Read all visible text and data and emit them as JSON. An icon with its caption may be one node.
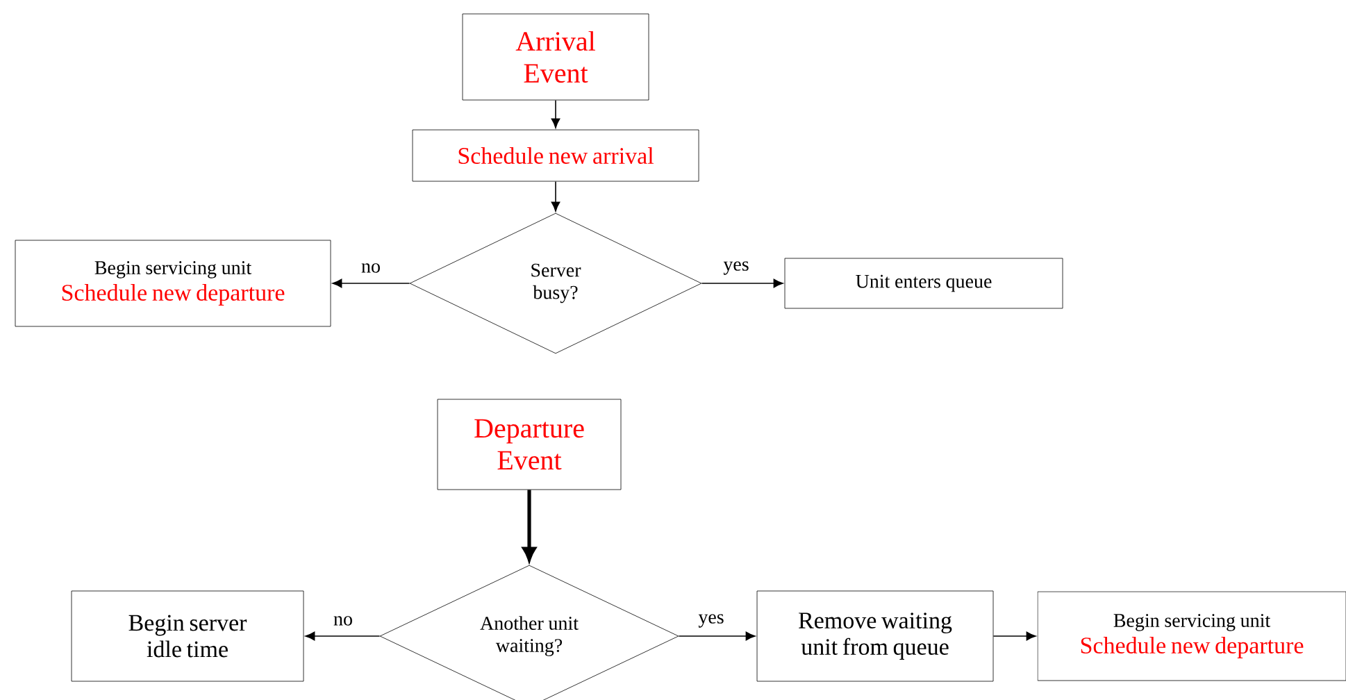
{
  "diagram": {
    "nodes": [
      {
        "text": [
          "Arrival Event"
        ]
      },
      {
        "text": [
          "Schedule new arrival"
        ]
      },
      {
        "text": [
          "Server busy?"
        ]
      },
      {
        "text": [
          "Begin servicing unit",
          "Schedule new departure"
        ]
      },
      {
        "text": [
          "Unit enters queue"
        ]
      },
      {
        "text": [
          "Departure Event"
        ]
      },
      {
        "text": [
          "Another unit waiting?"
        ]
      },
      {
        "text": [
          "Begin server idle time"
        ]
      },
      {
        "text": [
          "Remove waiting unit from queue"
        ]
      },
      {
        "text": [
          "Begin servicing unit",
          "Schedule new departure"
        ]
      }
    ],
    "edges": [
      {
        "from": 0,
        "to": 1,
        "arrow": "to"
      },
      {
        "from": 1,
        "to": 2,
        "arrow": "to"
      },
      {
        "from": 2,
        "to": 3,
        "arrow": "to",
        "label": "no"
      },
      {
        "from": 2,
        "to": 4,
        "arrow": "to",
        "label": "yes"
      },
      {
        "from": 5,
        "to": 6,
        "arrow": "to",
        "style": "thick"
      },
      {
        "from": 6,
        "to": 7,
        "arrow": "to",
        "label": "no"
      },
      {
        "from": 6,
        "to": 8,
        "arrow": "to",
        "label": "yes"
      },
      {
        "from": 8,
        "to": 9,
        "arrow": "to"
      }
    ]
  }
}
